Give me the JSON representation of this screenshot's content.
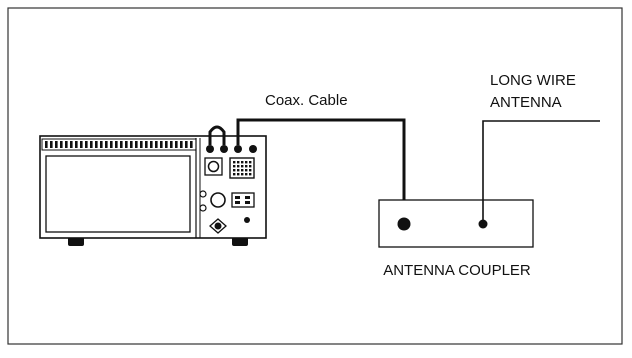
{
  "diagram": {
    "labels": {
      "coax_cable": "Coax. Cable",
      "long_wire_line1": "LONG WIRE",
      "long_wire_line2": "ANTENNA",
      "antenna_coupler": "ANTENNA COUPLER"
    },
    "colors": {
      "ink": "#111111",
      "frame": "#333333",
      "background": "#ffffff"
    }
  }
}
